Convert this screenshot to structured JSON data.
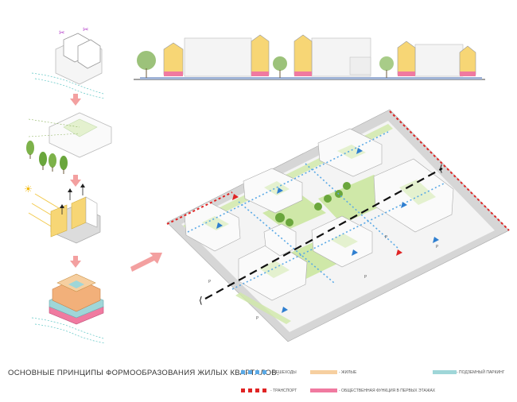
{
  "caption": "ОСНОВНЫЕ ПРИНЦИПЫ ФОРМООБРАЗОВАНИЯ ЖИЛЫХ КВАРТАЛОВ.",
  "legend": {
    "pedestrian": {
      "label": "- ПЕШЕХОДЫ",
      "color": "#5aa9e6"
    },
    "transport": {
      "label": "- ТРАНСПОРТ",
      "color": "#e02424"
    },
    "residential": {
      "label": "- ЖИЛЫЕ",
      "color": "#f6cfa0"
    },
    "public": {
      "label": "- ОБЩЕСТВЕННАЯ ФУНКЦИЯ В ПЕРВЫХ ЭТАЖАХ",
      "color": "#f07aa0"
    },
    "parking": {
      "label": "- ПОДЗЕМНЫЙ ПАРКИНГ",
      "color": "#9fd6d8"
    }
  },
  "parking_letter": "P",
  "colors": {
    "facade_yellow": "#f7d675",
    "green": "#cfe8a8",
    "arrow": "#f3a0a0",
    "road": "#cfcfcf",
    "entry_arrow": "#2f7fd0"
  }
}
